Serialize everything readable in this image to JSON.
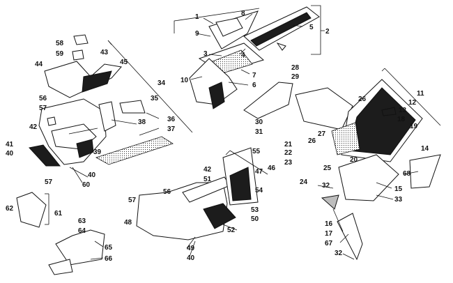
{
  "labels": [
    {
      "id": "l1",
      "text": "1"
    },
    {
      "id": "l2",
      "text": "2"
    },
    {
      "id": "l3",
      "text": "3"
    },
    {
      "id": "l4",
      "text": "4"
    },
    {
      "id": "l5",
      "text": "5"
    },
    {
      "id": "l6",
      "text": "6"
    },
    {
      "id": "l7",
      "text": "7"
    },
    {
      "id": "l8",
      "text": "8"
    },
    {
      "id": "l9",
      "text": "9"
    },
    {
      "id": "l10",
      "text": "10"
    },
    {
      "id": "l11",
      "text": "11"
    },
    {
      "id": "l12",
      "text": "12"
    },
    {
      "id": "l13",
      "text": "13"
    },
    {
      "id": "l14",
      "text": "14"
    },
    {
      "id": "l15",
      "text": "15"
    },
    {
      "id": "l16",
      "text": "16"
    },
    {
      "id": "l17",
      "text": "17"
    },
    {
      "id": "l18",
      "text": "18"
    },
    {
      "id": "l19",
      "text": "19"
    },
    {
      "id": "l20",
      "text": "20"
    },
    {
      "id": "l21",
      "text": "21"
    },
    {
      "id": "l22",
      "text": "22"
    },
    {
      "id": "l23",
      "text": "23"
    },
    {
      "id": "l24",
      "text": "24"
    },
    {
      "id": "l25",
      "text": "25"
    },
    {
      "id": "l26a",
      "text": "26"
    },
    {
      "id": "l26b",
      "text": "26"
    },
    {
      "id": "l27",
      "text": "27"
    },
    {
      "id": "l28",
      "text": "28"
    },
    {
      "id": "l29",
      "text": "29"
    },
    {
      "id": "l30",
      "text": "30"
    },
    {
      "id": "l31",
      "text": "31"
    },
    {
      "id": "l32a",
      "text": "32"
    },
    {
      "id": "l32b",
      "text": "32"
    },
    {
      "id": "l33",
      "text": "33"
    },
    {
      "id": "l34",
      "text": "34"
    },
    {
      "id": "l35",
      "text": "35"
    },
    {
      "id": "l36",
      "text": "36"
    },
    {
      "id": "l37",
      "text": "37"
    },
    {
      "id": "l38",
      "text": "38"
    },
    {
      "id": "l39",
      "text": "39"
    },
    {
      "id": "l40a",
      "text": "40"
    },
    {
      "id": "l40b",
      "text": "40"
    },
    {
      "id": "l40c",
      "text": "40"
    },
    {
      "id": "l41",
      "text": "41"
    },
    {
      "id": "l42a",
      "text": "42"
    },
    {
      "id": "l42b",
      "text": "42"
    },
    {
      "id": "l43",
      "text": "43"
    },
    {
      "id": "l44",
      "text": "44"
    },
    {
      "id": "l45",
      "text": "45"
    },
    {
      "id": "l46",
      "text": "46"
    },
    {
      "id": "l47",
      "text": "47"
    },
    {
      "id": "l48",
      "text": "48"
    },
    {
      "id": "l49",
      "text": "49"
    },
    {
      "id": "l50",
      "text": "50"
    },
    {
      "id": "l51",
      "text": "51"
    },
    {
      "id": "l52",
      "text": "52"
    },
    {
      "id": "l53",
      "text": "53"
    },
    {
      "id": "l54",
      "text": "54"
    },
    {
      "id": "l55",
      "text": "55"
    },
    {
      "id": "l56a",
      "text": "56"
    },
    {
      "id": "l56b",
      "text": "56"
    },
    {
      "id": "l57a",
      "text": "57"
    },
    {
      "id": "l57b",
      "text": "57"
    },
    {
      "id": "l57c",
      "text": "57"
    },
    {
      "id": "l58",
      "text": "58"
    },
    {
      "id": "l59",
      "text": "59"
    },
    {
      "id": "l60",
      "text": "60"
    },
    {
      "id": "l61",
      "text": "61"
    },
    {
      "id": "l62",
      "text": "62"
    },
    {
      "id": "l63",
      "text": "63"
    },
    {
      "id": "l64",
      "text": "64"
    },
    {
      "id": "l65",
      "text": "65"
    },
    {
      "id": "l66",
      "text": "66"
    },
    {
      "id": "l67",
      "text": "67"
    },
    {
      "id": "l68",
      "text": "68"
    }
  ]
}
